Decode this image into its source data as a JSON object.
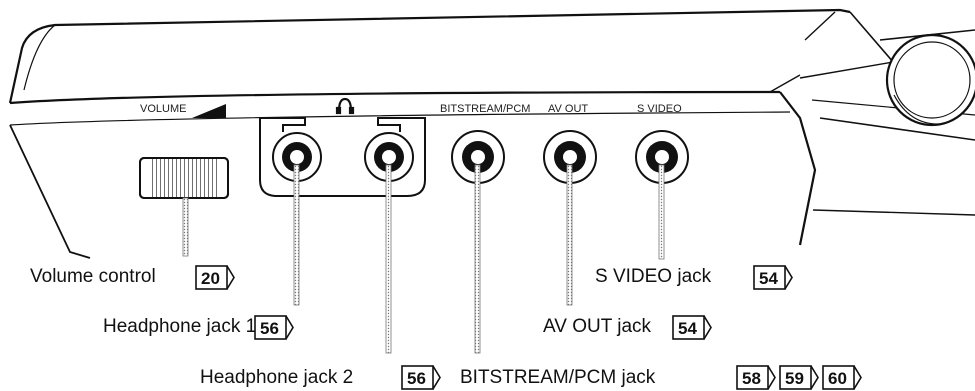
{
  "panel_labels": {
    "volume": "VOLUME",
    "bitstream": "BITSTREAM/PCM",
    "av_out": "AV OUT",
    "s_video": "S VIDEO"
  },
  "callouts": {
    "volume_control": {
      "text": "Volume control",
      "refs": [
        "20"
      ]
    },
    "headphone_jack_1": {
      "text": "Headphone jack 1",
      "refs": [
        "56"
      ]
    },
    "headphone_jack_2": {
      "text": "Headphone jack 2",
      "refs": [
        "56"
      ]
    },
    "bitstream_jack": {
      "text": "BITSTREAM/PCM jack",
      "refs": [
        "58",
        "59",
        "60"
      ]
    },
    "av_out_jack": {
      "text": "AV OUT jack",
      "refs": [
        "54"
      ]
    },
    "s_video_jack": {
      "text": "S VIDEO jack",
      "refs": [
        "54"
      ]
    }
  },
  "icons": [
    "headphone-icon",
    "volume-ramp-icon"
  ],
  "colors": {
    "line": "#111111",
    "leader": "#666666",
    "shade": "#cccccc"
  }
}
